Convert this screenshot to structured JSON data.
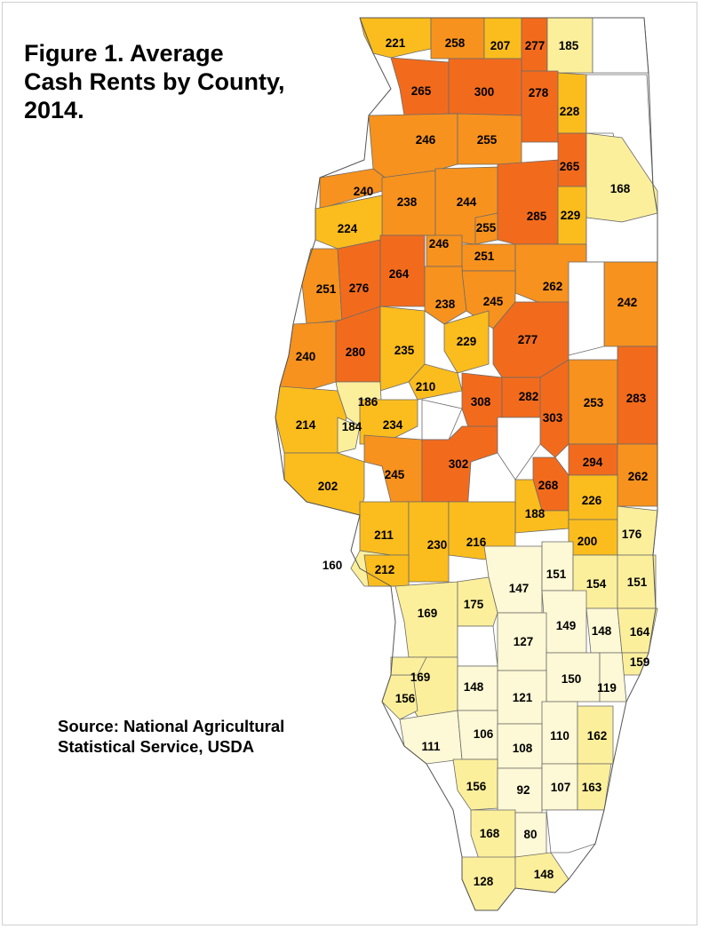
{
  "title": {
    "line1": "Figure 1.  Average",
    "line2": "Cash Rents by County,",
    "line3": "2014."
  },
  "source": {
    "line1": "Source: National Agricultural",
    "line2": "Statistical Service, USDA"
  },
  "colors": {
    "very_high": "#f26b1d",
    "high": "#f7921e",
    "mid": "#fbbd1e",
    "low": "#fcef9c",
    "very_low": "#fdf8d5",
    "no_data": "#ffffff"
  },
  "county_rents": [
    221,
    258,
    207,
    277,
    185,
    265,
    300,
    278,
    228,
    246,
    255,
    265,
    168,
    240,
    238,
    244,
    285,
    229,
    224,
    255,
    246,
    251,
    251,
    276,
    264,
    262,
    242,
    238,
    245,
    240,
    280,
    235,
    229,
    277,
    210,
    308,
    282,
    253,
    283,
    186,
    214,
    184,
    234,
    303,
    245,
    302,
    294,
    202,
    268,
    262,
    226,
    188,
    211,
    230,
    216,
    200,
    176,
    160,
    212,
    147,
    151,
    154,
    151,
    169,
    175,
    149,
    148,
    164,
    127,
    159,
    169,
    148,
    150,
    119,
    156,
    121,
    111,
    106,
    110,
    162,
    108,
    156,
    92,
    107,
    163,
    168,
    80,
    128,
    148
  ]
}
